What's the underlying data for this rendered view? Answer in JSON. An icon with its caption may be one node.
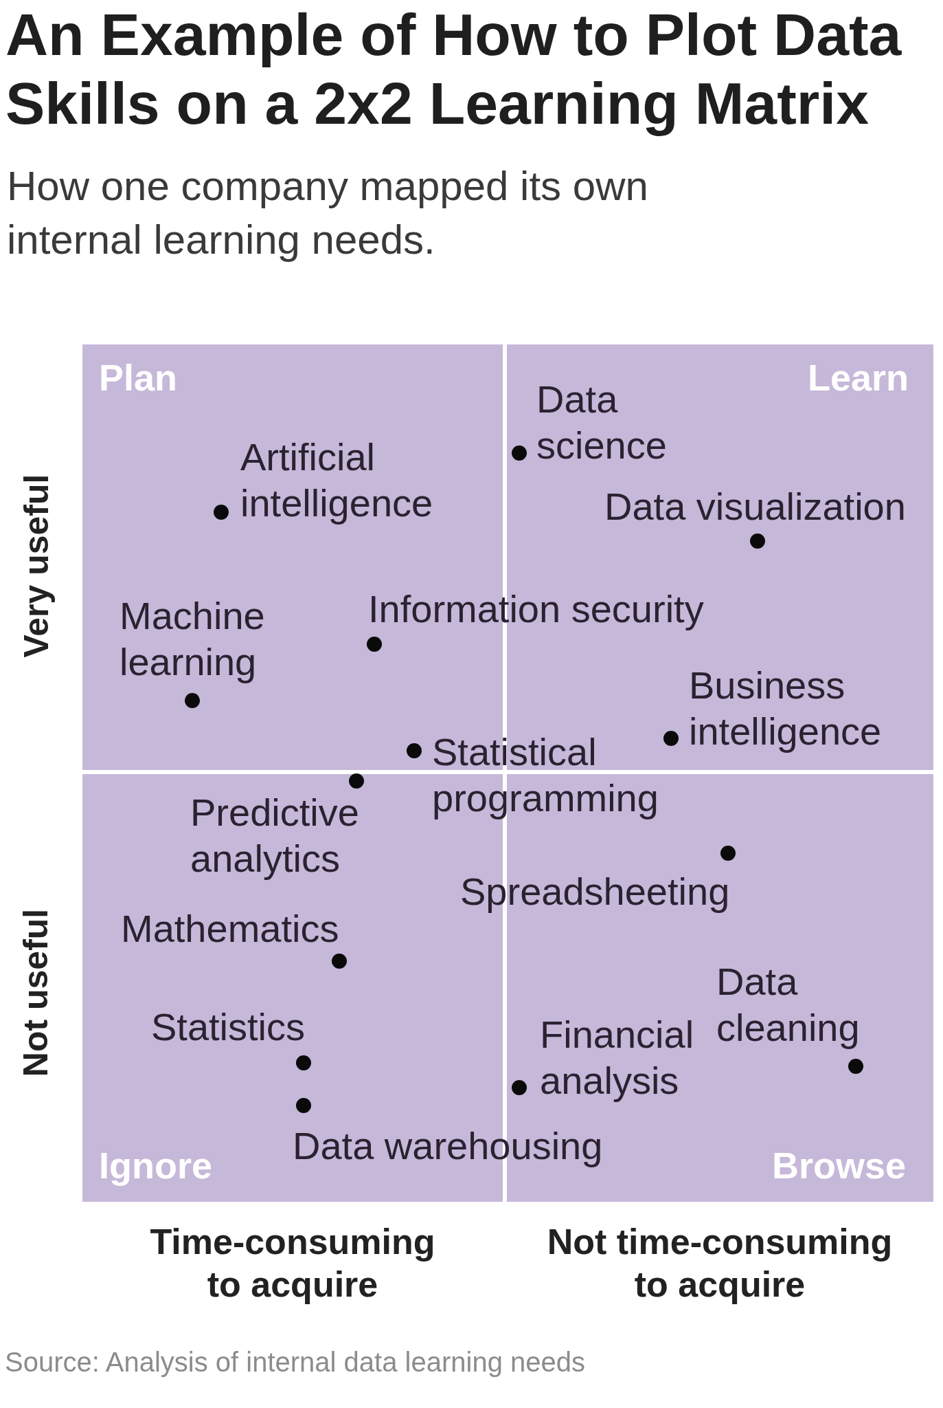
{
  "diagram": {
    "title": "An Example of How to Plot Data Skills on a 2x2 Learning Matrix",
    "caption": "Source: Analysis of internal data learning needs",
    "nodes": [
      {
        "text": [
          "Plan"
        ]
      },
      {
        "text": [
          "Learn"
        ]
      },
      {
        "text": [
          "Ignore"
        ]
      },
      {
        "text": [
          "Browse"
        ]
      }
    ],
    "labels": [
      "How one company mapped its own internal learning needs.",
      "Very useful",
      "Data science",
      "Artificial intelligence",
      "Data visualization",
      "Information security",
      "Machine learning",
      "Business intelligence",
      "Statistical programming",
      "Predictive analytics",
      "Spreadsheeting",
      "Mathematics",
      "Data cleaning",
      "Statistics",
      "Financial analysis",
      "Data warehousing",
      "Not useful",
      "Time-consuming to acquire",
      "Not time-consuming to acquire"
    ]
  }
}
